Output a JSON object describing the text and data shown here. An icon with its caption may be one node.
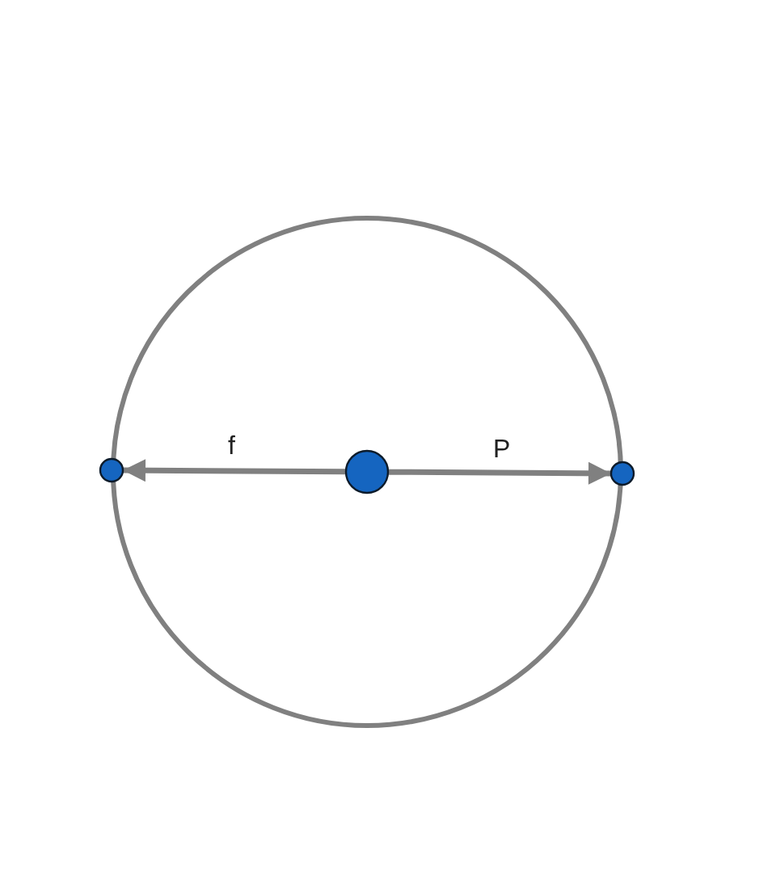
{
  "diagram": {
    "nodes": [
      {
        "text": [],
        "shape": "circle"
      },
      {
        "text": [],
        "shape": "circle"
      },
      {
        "text": [],
        "shape": "circle",
        "in": 0
      },
      {
        "text": [],
        "shape": "circle"
      }
    ],
    "edges": [
      {
        "from": 2,
        "to": 1,
        "arrow": "to",
        "label": "f"
      },
      {
        "from": 2,
        "to": 3,
        "arrow": "to",
        "label": "P"
      }
    ]
  }
}
